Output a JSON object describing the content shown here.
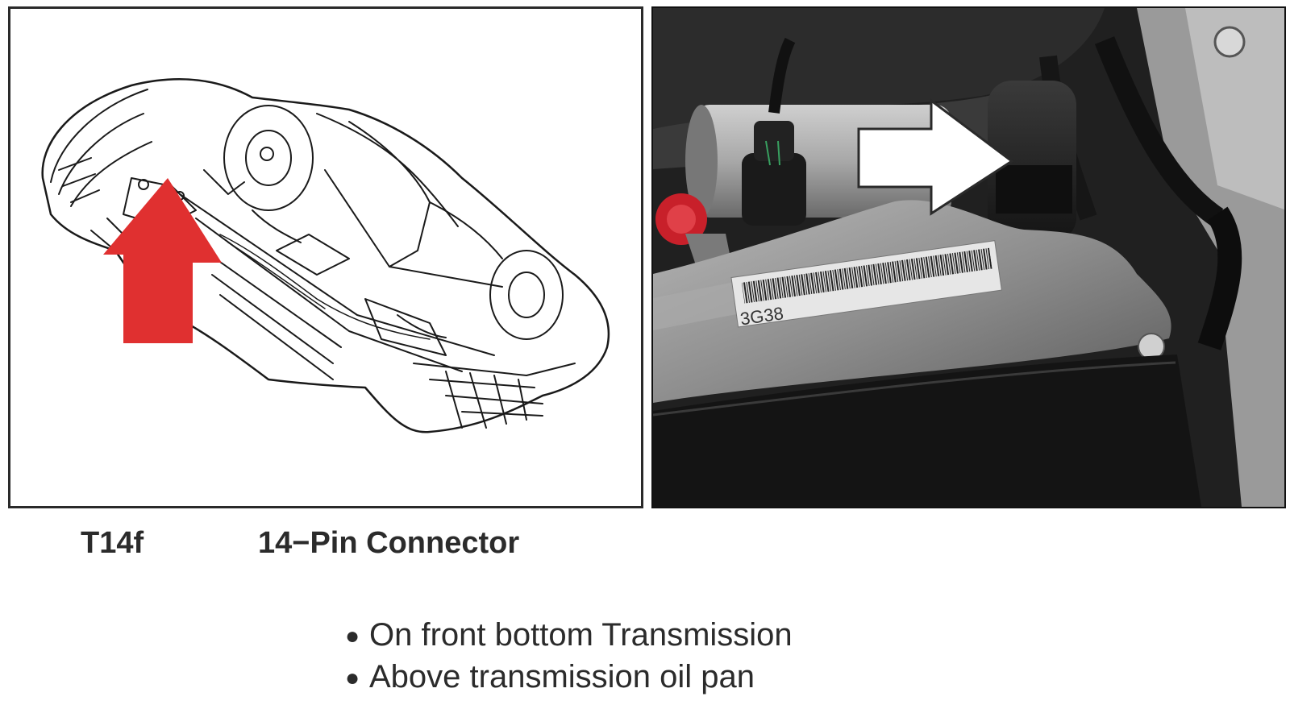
{
  "connector": {
    "id": "T14f",
    "name": "14−Pin Connector"
  },
  "location_notes": [
    "On front bottom Transmission",
    "Above transmission oil pan"
  ],
  "photo": {
    "label_code": "3G38"
  },
  "colors": {
    "diagram_arrow": "#e03030",
    "photo_arrow": "#ffffff",
    "border": "#2a2a2a"
  },
  "icons": {
    "diagram_arrow": "arrow-up-icon",
    "photo_arrow": "arrow-right-icon",
    "bullet": "bullet-icon"
  }
}
